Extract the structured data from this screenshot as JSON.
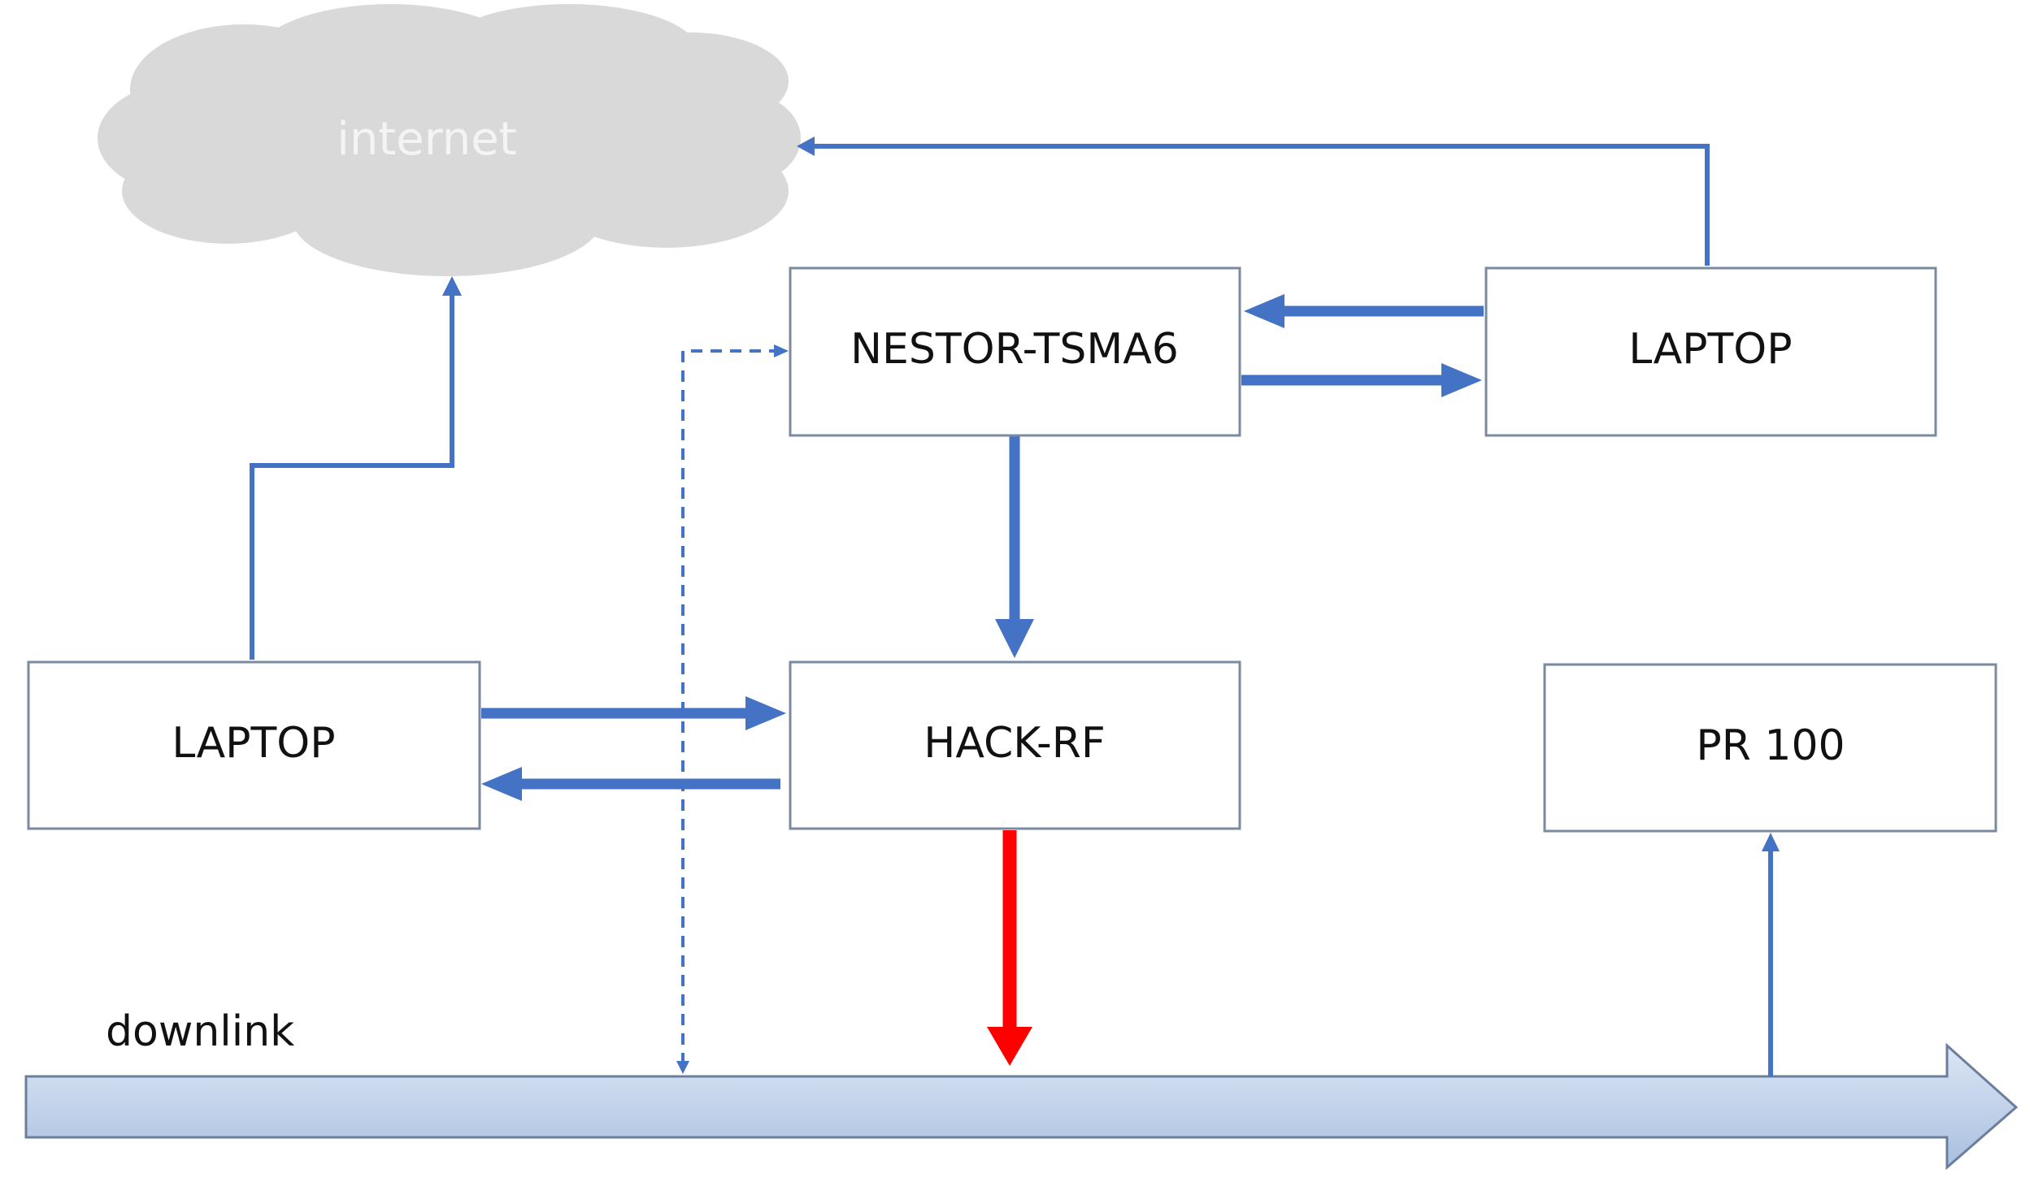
{
  "diagram": {
    "cloud_label": "internet",
    "nodes": {
      "nestor": "NESTOR-TSMA6",
      "laptop_right": "LAPTOP",
      "laptop_left": "LAPTOP",
      "hackrf": "HACK-RF",
      "pr100": "PR 100"
    },
    "downlink_label": "downlink",
    "colors": {
      "flow": "#4472c4",
      "transmit": "#ff0000",
      "cloud": "#d9d9d9",
      "downlink_fill_top": "#dce6f4",
      "downlink_fill_bottom": "#a9bfe0"
    }
  }
}
